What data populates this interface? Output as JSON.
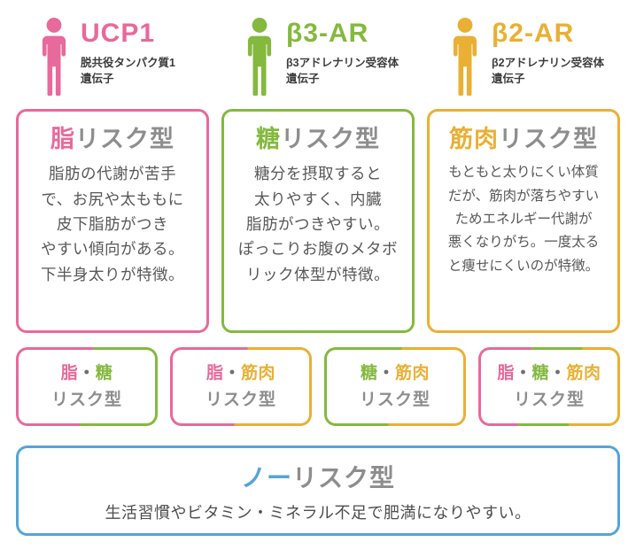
{
  "colors": {
    "pink": "#e8699b",
    "green": "#84b93e",
    "yellow": "#e9b033",
    "blue": "#55a4d9"
  },
  "separator": "・",
  "genes": [
    {
      "name": "UCP1",
      "subtitle": "脱共役タンパク質1\n遺伝子",
      "risk_part": "脂",
      "risk_suffix": "リスク型",
      "description": "脂肪の代謝が苦手\nで、お尻や太ももに\n皮下脂肪がつき\nやすい傾向がある。\n下半身太りが特徴。"
    },
    {
      "name": "β3-AR",
      "subtitle": "β3アドレナリン受容体\n遺伝子",
      "risk_part": "糖",
      "risk_suffix": "リスク型",
      "description": "糖分を摂取すると\n太りやすく、内臓\n脂肪がつきやすい。\nぽっこりお腹のメタボ\nリック体型が特徴。"
    },
    {
      "name": "β2-AR",
      "subtitle": "β2アドレナリン受容体\n遺伝子",
      "risk_part": "筋肉",
      "risk_suffix": "リスク型",
      "description": "もともと太りにくい体質\nだが、筋肉が落ちやすい\nためエネルギー代謝が\n悪くなりがち。一度太る\nと痩せにくいのが特徴。"
    }
  ],
  "combos": [
    {
      "parts": [
        "脂",
        "糖"
      ],
      "suffix": "リスク型"
    },
    {
      "parts": [
        "脂",
        "筋肉"
      ],
      "suffix": "リスク型"
    },
    {
      "parts": [
        "糖",
        "筋肉"
      ],
      "suffix": "リスク型"
    },
    {
      "parts": [
        "脂",
        "糖",
        "筋肉"
      ],
      "suffix": "リスク型"
    }
  ],
  "no_risk": {
    "title_part": "ノー",
    "title_suffix": "リスク型",
    "description": "生活習慣やビタミン・ミネラル不足で肥満になりやすい。"
  }
}
